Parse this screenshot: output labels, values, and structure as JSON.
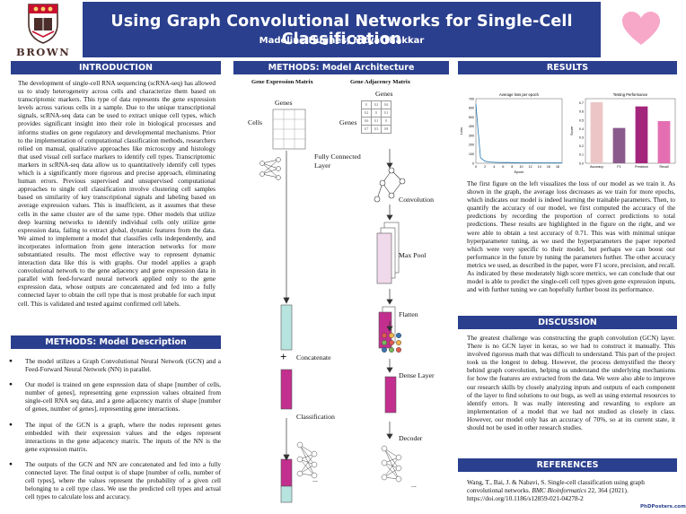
{
  "header": {
    "title": "Using Graph Convolutional Networks for Single-Cell Classification",
    "authors": "Madeline Hughes, Nitya Thakkar",
    "logo_text": "BROWN"
  },
  "introduction": {
    "heading": "INTRODUCTION",
    "body": "The development of single-cell RNA sequencing (scRNA-seq) has allowed us to study heterogeneity across cells and characterize them based on transcriptomic markers. This type of data represents the gene expression levels across various cells in a sample. Due to the unique transcriptional signals, scRNA-seq data can be used to extract unique cell types, which provides significant insight into their role in biological processes and informs studies on gene regulatory and developmental mechanisms. Prior to the implementation of computational classification methods, researchers relied on manual, qualitative approaches like microscopy and histology that used visual cell surface markers to identify cell types. Transcriptomic markers in scRNA-seq data allow us to quantitatively identify cell types which is a significantly more rigorous and precise approach, eliminating human errors. Previous supervised and unsupervised computational approaches to single cell classification involve clustering cell samples based on similarity of key transcriptional signals and labeling based on average expression values. This is insufficient, as it assumes that these cells in the same cluster are of the same type. Other models that utilize deep learning networks to identify individual cells only utilize gene expression data, failing to extract global, dynamic features from the data. We aimed to implement a model that classifies cells independently, and incorporates information from gene interaction networks for more substantiated results. The most effective way to represent dynamic interaction data like this is with graphs. Our model applies a graph convolutional network to the gene adjacency and gene expression data in parallel with feed-forward neural network applied only to the gene expression data, whose outputs are concatenated and fed into a fully connected layer to obtain the cell type that is most probable for each input cell. This is validated and tested against confirmed cell labels."
  },
  "methods_description": {
    "heading": "METHODS: Model Description",
    "bullets": [
      "The model utilizes a Graph Convolutional Neural Network (GCN) and a Feed-Forward Neural Network (NN) in parallel.",
      "Our model is trained on gene expression data of shape [number of cells, number of genes], representing gene expression values obtained from single-cell RNA seq data, and a gene adjacency matrix of shape [number of genes, number of genes], representing gene interactions.",
      "The input of the GCN is a graph, where the nodes represent genes embedded with their expression values and the edges represent interactions in the gene adjacency matrix. The inputs of the NN is the gene expression matrix.",
      "The outputs of the GCN and NN are concatenated and fed into a fully connected layer. The final output is of shape [number of cells, number of cell types], where the values represent the probability of a given cell belonging to a cell type class. We use the predicted cell types and actual cell types to calculate loss and accuracy."
    ]
  },
  "methods_architecture": {
    "heading": "METHODS: Model Architecture",
    "col1_title": "Gene Expression Matrix",
    "col2_title": "Gene Adjacency Matrix",
    "genes_label_1": "Genes",
    "genes_label_2": "Genes",
    "cells_label": "Cells",
    "genes_side_label": "Genes",
    "fc_label": "Fully Connected Layer",
    "convolution_label": "Convolution",
    "maxpool_label": "Max Pool",
    "flatten_label": "Flatten",
    "concatenate_label": "Concatenate",
    "dense_label": "Dense Layer",
    "classification_label": "Classification",
    "decoder_label": "Decoder",
    "plus_sign": "+",
    "ellipsis": "...",
    "adjacency_values": [
      [
        "0",
        "0.2",
        "0.6"
      ],
      [
        "0.2",
        "0",
        "0.1"
      ],
      [
        "0.6",
        "0.1",
        "0"
      ],
      [
        "0.7",
        "0.3",
        "0.8"
      ]
    ]
  },
  "results": {
    "heading": "RESULTS",
    "body": "The first figure on the left visualizes the loss of our model as we train it. As shown in the graph, the average loss decreases as we train for more epochs, which indicates our model is indeed learning the trainable parameters. Then, to quantify the accuracy of our model, we first computed the accuracy of the predictions by recording the proportion of correct predictions to total predictions. These results are highlighted in the figure on the right, and we were able to obtain a test accuracy of 0.71. This was with minimal unique hyperparameter tuning, as we used the hyperparameters the paper reported which were very specific to their model, but perhaps we can boost our performance in the future by tuning the parameters further. The other accuracy metrics we used, as described in the paper, were F1 score, precision, and recall. As indicated by these moderately high score metrics, we can conclude that our model is able to predict the single-cell cell types given gene expression inputs, and with further tuning we can hopefully further boost its performance."
  },
  "discussion": {
    "heading": "DISCUSSION",
    "body": "The greatest challenge was constructing the graph convolution (GCN) layer. There is no GCN layer in keras, so we had to construct it manually. This involved rigorous math that was difficult to understand. This part of the project took us the longest to debug. However, the process demystified the theory behind graph convolution, helping us understand the underlying mechanisms for how the features are extracted from the data. We were also able to improve our research skills by closely analyzing inputs and outputs of each component of the layer to find solutions to our bugs, as well as using external resources to identify errors. It was really interesting and rewarding to explore an implementation of a model that we had not studied as closely in class. However, our model only has an accuracy of 70%, so at its current state, it should not be used in other research studies."
  },
  "references": {
    "heading": "REFERENCES",
    "text_a": "Wang, T., Bai, J. & Nabavi, S. Single-cell classification using graph convolutional networks. ",
    "journal": "BMC Bioinformatics",
    "text_b": " 22, 364 (2021). https://doi.org/10.1186/s12859-021-04278-2"
  },
  "footer": {
    "logo": "PhDPosters.com"
  },
  "chart_data": [
    {
      "type": "line",
      "title": "Average loss per epoch",
      "xlabel": "Epoch",
      "ylabel": "Loss",
      "x": [
        0,
        1,
        2,
        3,
        4,
        5,
        6,
        7,
        8,
        9,
        10,
        11,
        12,
        13,
        14,
        15,
        16,
        17,
        18,
        19
      ],
      "values": [
        640,
        60,
        22,
        14,
        11,
        9,
        8,
        7.5,
        7,
        6.5,
        6,
        5.8,
        5.6,
        5.4,
        5.2,
        5,
        5,
        4.9,
        4.8,
        4.8
      ],
      "xticks": [
        "0",
        "2",
        "4",
        "6",
        "8",
        "10",
        "12",
        "14",
        "16",
        "18"
      ],
      "yticks": [
        "0",
        "100",
        "200",
        "300",
        "400",
        "500",
        "600",
        "700"
      ],
      "xlim": [
        0,
        19
      ],
      "ylim": [
        0,
        700
      ],
      "color": "#1f77b4"
    },
    {
      "type": "bar",
      "title": "Testing Performance",
      "ylabel": "Score",
      "categories": [
        "Accuracy",
        "F1",
        "Precision",
        "Recall"
      ],
      "values": [
        0.71,
        0.41,
        0.66,
        0.49
      ],
      "colors": [
        "#ecc6c6",
        "#8a5a8c",
        "#a3267c",
        "#e36fb2"
      ],
      "yticks": [
        "0.0",
        "0.1",
        "0.2",
        "0.3",
        "0.4",
        "0.5",
        "0.6",
        "0.7"
      ],
      "ylim": [
        0,
        0.75
      ]
    }
  ]
}
